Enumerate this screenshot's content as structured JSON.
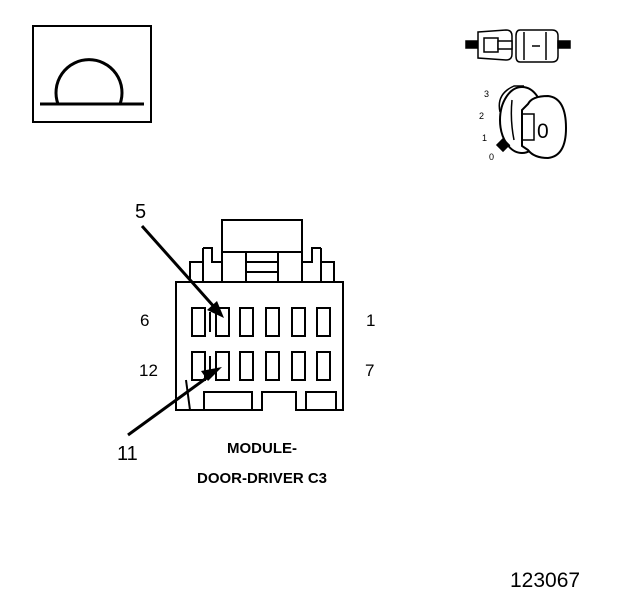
{
  "caption": {
    "line1": "MODULE-",
    "line2": "DOOR-DRIVER C3"
  },
  "figure_number": "123067",
  "cavity_labels": {
    "top_left": "6",
    "top_right": "1",
    "bottom_left": "12",
    "bottom_right": "7"
  },
  "callouts": {
    "upper": "5",
    "lower": "11"
  },
  "ignition_key": {
    "positions": [
      "3",
      "2",
      "1",
      "0"
    ],
    "key_label": "0"
  },
  "icons": {
    "meter": "ohmmeter-omega-icon",
    "connector": "connector-disconnected-icon",
    "key": "ignition-key-off-icon"
  }
}
